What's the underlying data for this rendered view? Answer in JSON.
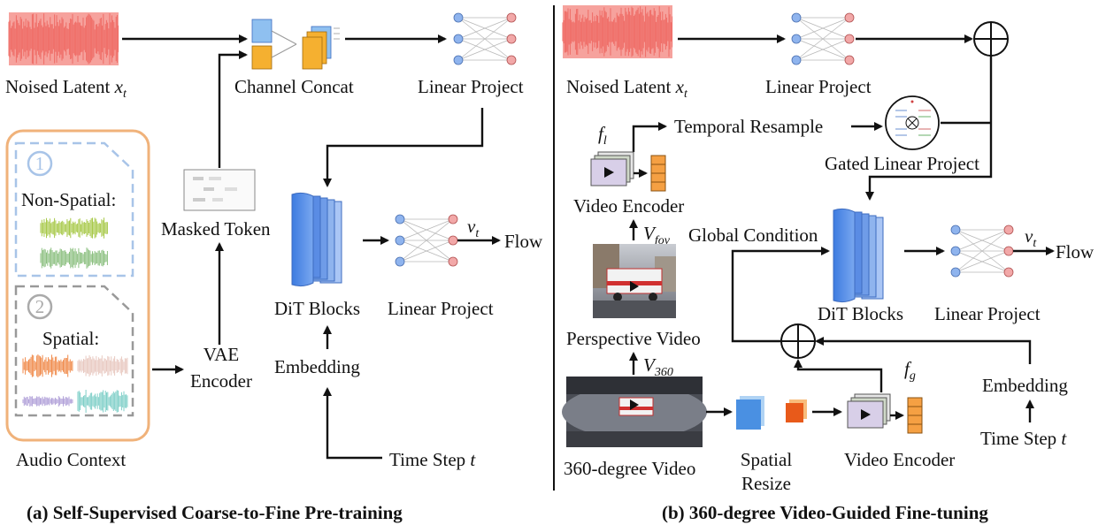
{
  "panel_a": {
    "noised_latent": "Noised Latent",
    "noised_latent_var": "x",
    "noised_latent_sub": "t",
    "channel_concat": "Channel Concat",
    "linear_project_top": "Linear Project",
    "masked_token": "Masked Token",
    "non_spatial_num": "1",
    "non_spatial": "Non-Spatial:",
    "spatial_num": "2",
    "spatial": "Spatial:",
    "audio_context": "Audio Context",
    "vae_encoder_l1": "VAE",
    "vae_encoder_l2": "Encoder",
    "dit_blocks": "DiT Blocks",
    "embedding": "Embedding",
    "linear_project_out": "Linear Project",
    "v_var": "v",
    "v_sub": "t",
    "flow": "Flow",
    "time_step": "Time Step",
    "time_step_var": "t",
    "caption": "(a) Self-Supervised Coarse-to-Fine Pre-training"
  },
  "panel_b": {
    "noised_latent": "Noised Latent",
    "noised_latent_var": "x",
    "noised_latent_sub": "t",
    "linear_project_top": "Linear Project",
    "f_l_var": "f",
    "f_l_sub": "l",
    "temporal_resample": "Temporal Resample",
    "gated_linear_project": "Gated Linear Project",
    "video_encoder_top": "Video Encoder",
    "v_fov_var": "V",
    "v_fov_sub": "fov",
    "global_condition": "Global Condition",
    "dit_blocks": "DiT Blocks",
    "linear_project_out": "Linear Project",
    "v_var": "v",
    "v_sub": "t",
    "flow": "Flow",
    "perspective_video": "Perspective Video",
    "v_360_var": "V",
    "v_360_sub": "360",
    "f_g_var": "f",
    "f_g_sub": "g",
    "embedding": "Embedding",
    "time_step": "Time Step",
    "time_step_var": "t",
    "video_360": "360-degree Video",
    "spatial_resize_l1": "Spatial",
    "spatial_resize_l2": "Resize",
    "video_encoder_bottom": "Video Encoder",
    "caption": "(b) 360-degree Video-Guided Fine-tuning"
  },
  "colors": {
    "latent": "#f47c78",
    "audio_box": "#f0b27a",
    "dit_blue": "#4a86e8",
    "node_blue": "#8fb4ee",
    "node_red": "#f2a8a8",
    "non_spatial_wave": "#a8c94a",
    "spatial_orange": "#f08a4b",
    "spatial_pink": "#e8c8c0",
    "spatial_purple": "#b0a0d8",
    "spatial_teal": "#7fcfc8",
    "token_orange": "#f5a043"
  }
}
